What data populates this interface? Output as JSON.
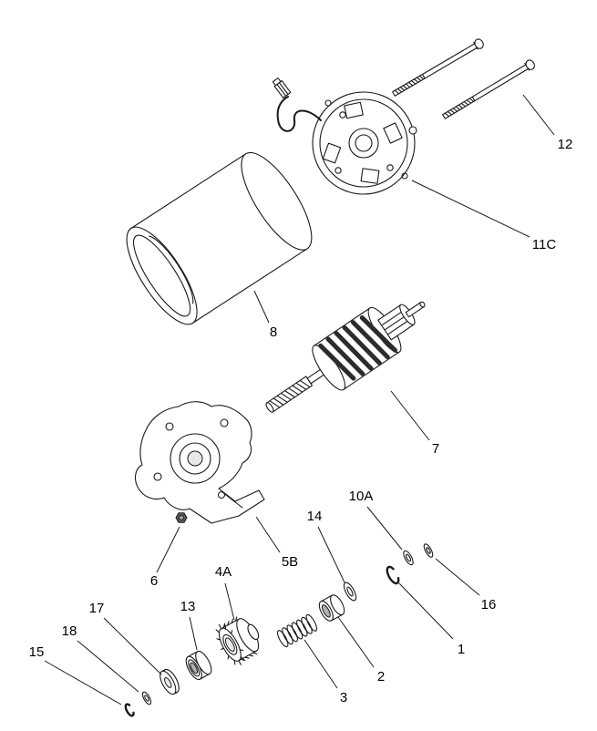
{
  "colors": {
    "ink": "#1a1a1a",
    "background": "#ffffff"
  },
  "diagram": {
    "labels": [
      {
        "id": "12",
        "text": "12"
      },
      {
        "id": "11C",
        "text": "11C"
      },
      {
        "id": "8",
        "text": "8"
      },
      {
        "id": "7",
        "text": "7"
      },
      {
        "id": "5B",
        "text": "5B"
      },
      {
        "id": "6",
        "text": "6"
      },
      {
        "id": "4A",
        "text": "4A"
      },
      {
        "id": "13",
        "text": "13"
      },
      {
        "id": "14",
        "text": "14"
      },
      {
        "id": "10A",
        "text": "10A"
      },
      {
        "id": "16",
        "text": "16"
      },
      {
        "id": "1",
        "text": "1"
      },
      {
        "id": "2",
        "text": "2"
      },
      {
        "id": "3",
        "text": "3"
      },
      {
        "id": "17",
        "text": "17"
      },
      {
        "id": "18",
        "text": "18"
      },
      {
        "id": "15",
        "text": "15"
      }
    ]
  }
}
